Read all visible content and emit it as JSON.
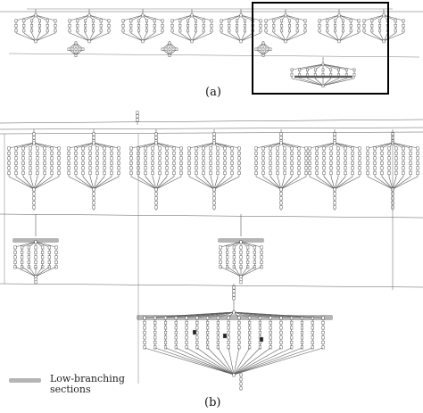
{
  "captions": {
    "a": "(a)",
    "b": "(b)"
  },
  "legend": {
    "label": "Low-branching\nsections"
  },
  "colors": {
    "line": "#5a5a5a",
    "highlight": "#b5b5b5",
    "box": "#000000",
    "node": "#ffffff",
    "dark_node": "#222222"
  }
}
